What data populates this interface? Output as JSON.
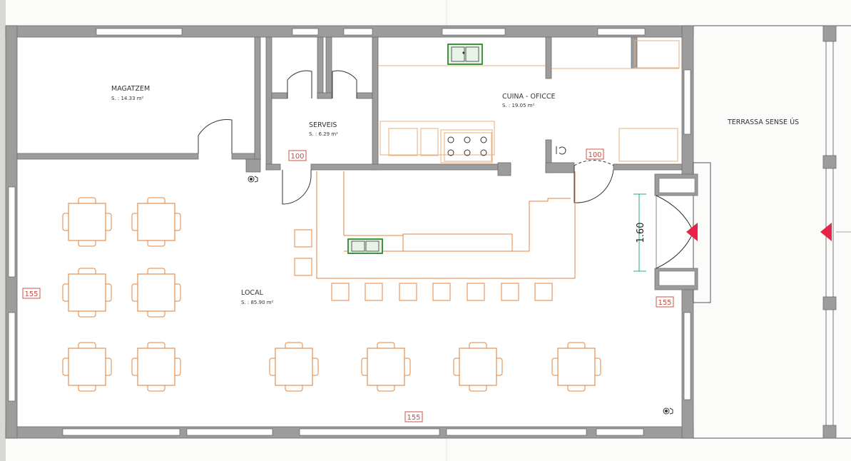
{
  "colors": {
    "wall": "#9c9c9c",
    "wall_edge": "#6d6d6d",
    "furniture": "#e0863f",
    "counter": "#e9b07b",
    "tag": "#d0504a",
    "sink": "#2c8a2c",
    "arrow": "#e8234a",
    "dimension": "#2aa886",
    "line": "#222222"
  },
  "rooms": {
    "magatzem": {
      "name": "MAGATZEM",
      "area": "S. : 14.33 m²"
    },
    "serveis": {
      "name": "SERVEIS",
      "area": "S. : 6.29 m²"
    },
    "cuina": {
      "name": "CUINA - OFICCE",
      "area": "S. : 19.05 m²"
    },
    "local": {
      "name": "LOCAL",
      "area": "S. : 85.90 m²"
    },
    "terrassa": {
      "name": "TERRASSA SENSE ÚS"
    }
  },
  "tags": {
    "serveis_door": "100",
    "cuina_door": "100",
    "local_left": "155",
    "local_bottom": "155",
    "entrance": "155"
  },
  "dimension": {
    "entrance_width": "1.60"
  }
}
